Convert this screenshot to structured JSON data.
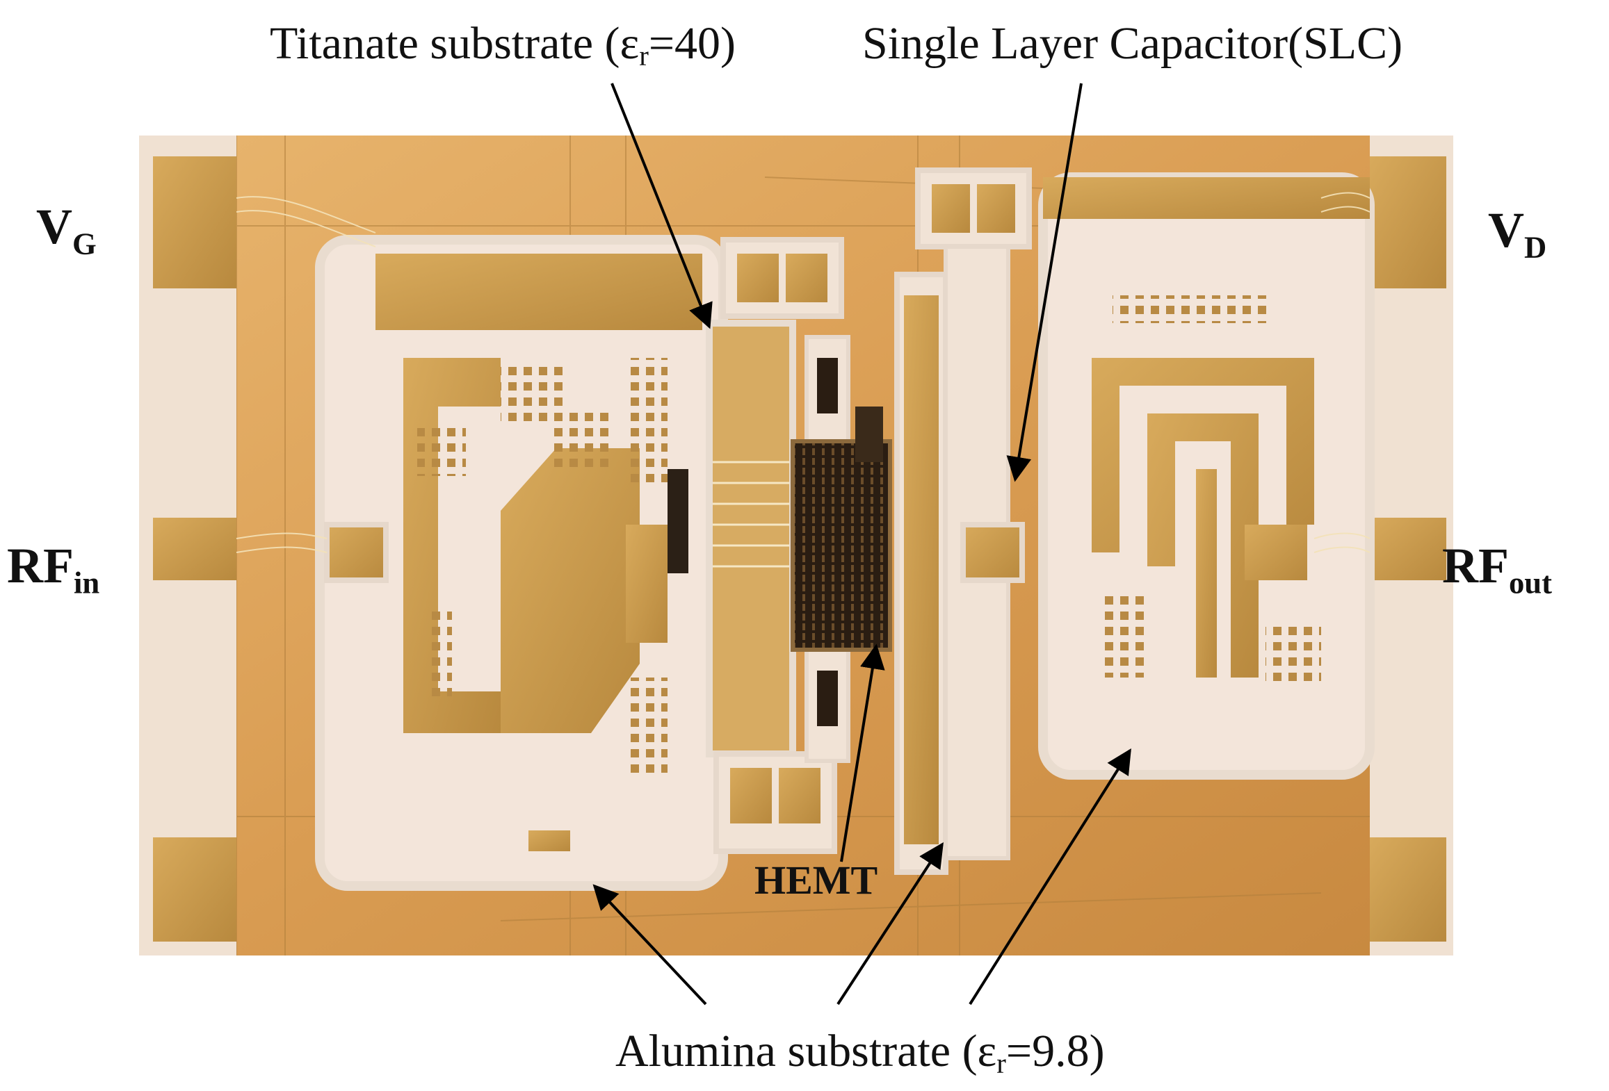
{
  "labels": {
    "titanate": {
      "prefix": "Titanate substrate (ε",
      "sub": "r",
      "suffix": "=40)"
    },
    "slc": "Single Layer Capacitor(SLC)",
    "vg": {
      "main": "V",
      "sub": "G"
    },
    "vd": {
      "main": "V",
      "sub": "D"
    },
    "rfin": {
      "main": "RF",
      "sub": "in"
    },
    "rfout": {
      "main": "RF",
      "sub": "out"
    },
    "hemt": "HEMT",
    "alumina": {
      "prefix": "Alumina substrate (ε",
      "sub": "r",
      "suffix": "=9.8)"
    }
  },
  "colors": {
    "gold": "#c89a4a",
    "gold_light": "#e0b874",
    "substrate": "#f2e4d8",
    "background_gold": "#d9a55f",
    "arrow": "#000000"
  }
}
